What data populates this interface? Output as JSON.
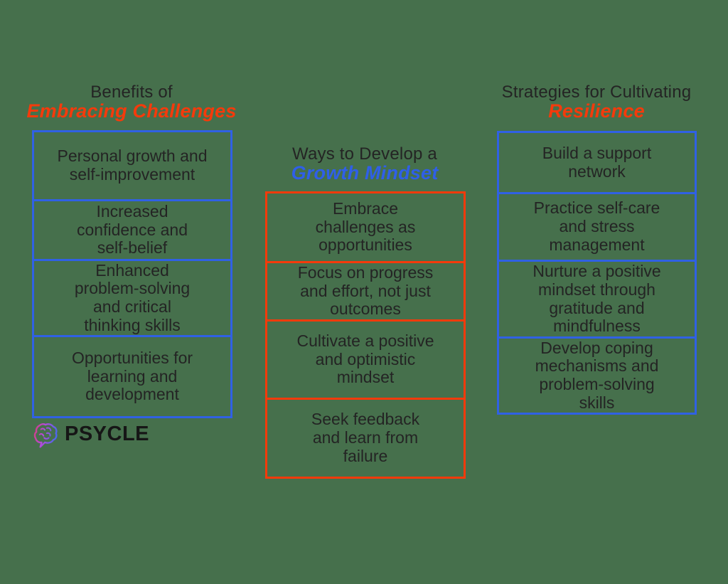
{
  "colors": {
    "background": "#46704C",
    "box_border_blue": "#3061E4",
    "box_border_orange": "#F53A0B",
    "title_accent_orange": "#F53A0B",
    "title_accent_blue": "#2F5FE8",
    "body_text": "#242424"
  },
  "columns": {
    "left": {
      "title_line1": "Benefits of",
      "title_line2": "Embracing Challenges",
      "items": [
        "Personal growth and\nself-improvement",
        "Increased\nconfidence and\nself-belief",
        "Enhanced\nproblem-solving\nand critical\nthinking skills",
        "Opportunities for\nlearning and\ndevelopment"
      ]
    },
    "middle": {
      "title_line1": "Ways to Develop a",
      "title_line2": "Growth Mindset",
      "items": [
        "Embrace\nchallenges as\nopportunities",
        "Focus on progress\nand effort, not just\noutcomes",
        "Cultivate a positive\nand optimistic\nmindset",
        "Seek feedback\nand learn from\nfailure"
      ]
    },
    "right": {
      "title_line1": "Strategies for Cultivating",
      "title_line2": "Resilience",
      "items": [
        "Build a support\nnetwork",
        "Practice self-care\nand stress\nmanagement",
        "Nurture a positive\nmindset through\ngratitude and\nmindfulness",
        "Develop coping\nmechanisms and\nproblem-solving\nskills"
      ]
    }
  },
  "logo": {
    "text": "PSYCLE",
    "icon": "brain-speech-bubble-icon"
  }
}
